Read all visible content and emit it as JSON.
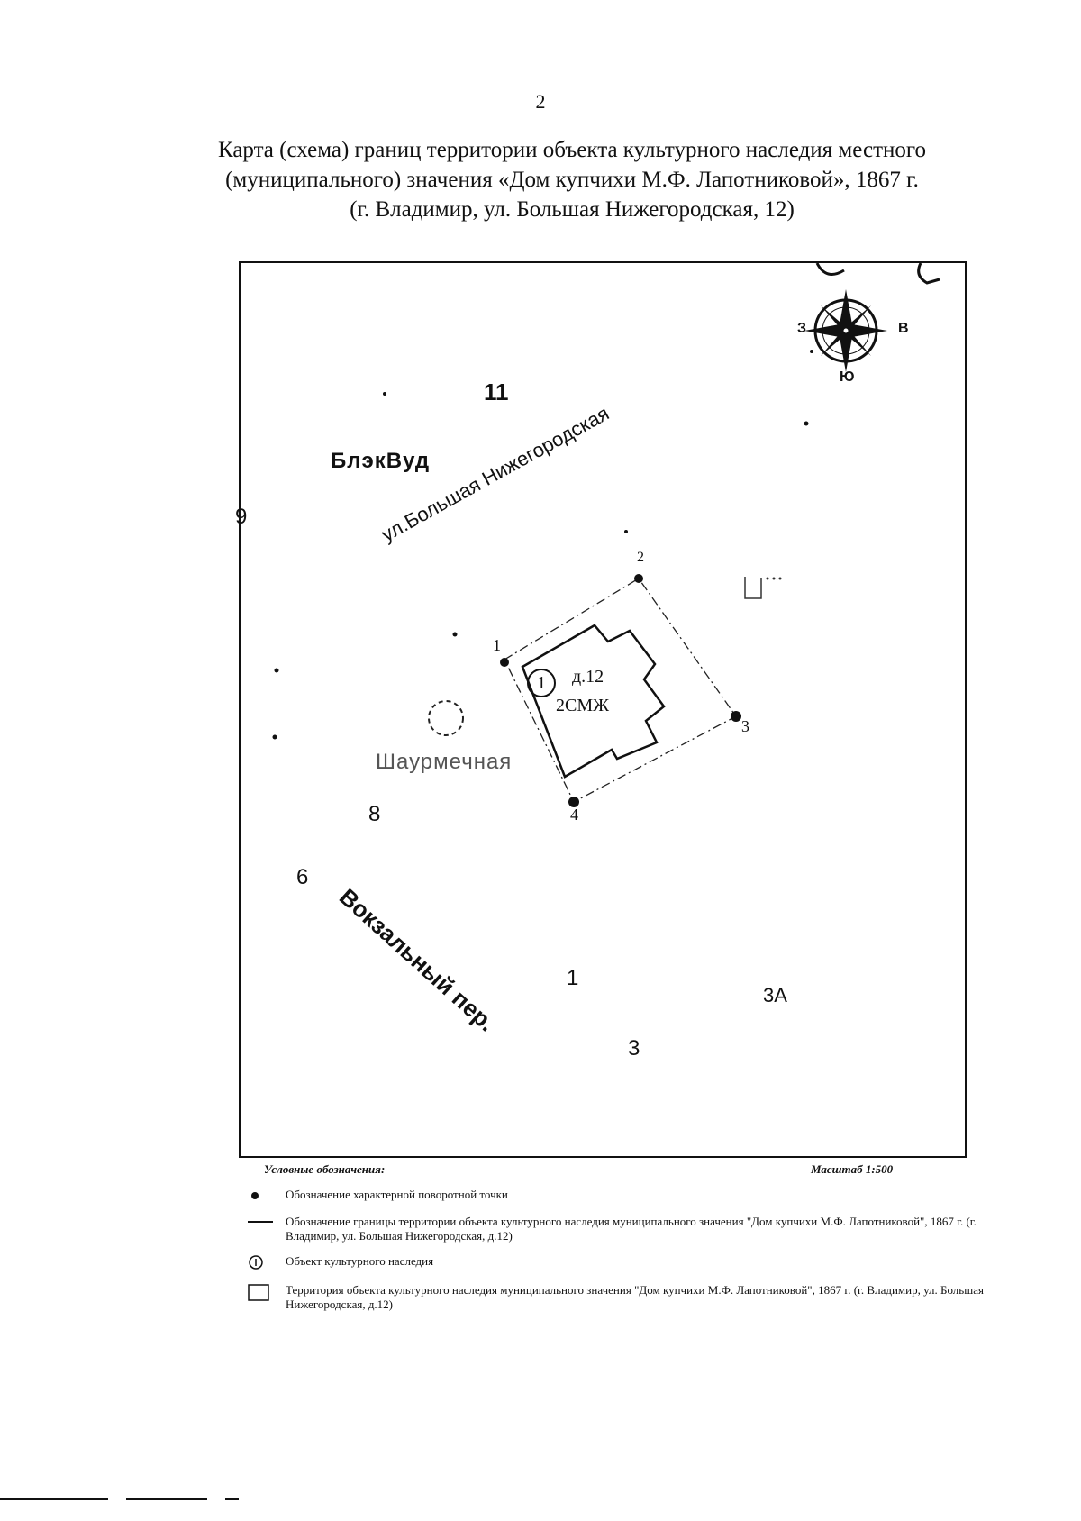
{
  "page_number": "2",
  "title": {
    "line1": "Карта (схема) границ территории объекта культурного наследия местного",
    "line2": "(муниципального) значения «Дом купчихи М.Ф. Лапотниковой», 1867 г.",
    "line3": "(г. Владимир, ул. Большая Нижегородская, 12)"
  },
  "compass": {
    "west": "З",
    "east": "В",
    "south": "Ю"
  },
  "map": {
    "street_label": "ул.Большая Нижегородская",
    "business_label": "БлэкВуд",
    "lane_label": "Вокзальный пер.",
    "shaurma_label": "Шаурмечная",
    "house_number": "д.12",
    "building_type": "2СМЖ",
    "object_number": "1",
    "neighbors": [
      "11",
      "8",
      "6",
      "1",
      "3А",
      "3",
      "9"
    ],
    "corner_points": [
      "1",
      "2",
      "3",
      "4"
    ]
  },
  "legend": {
    "header": "Условные обозначения:",
    "scale": "Масштаб 1:500",
    "items": [
      {
        "icon": "dot-icon",
        "text": "Обозначение характерной поворотной точки"
      },
      {
        "icon": "line-icon",
        "text": "Обозначение границы территории объекта культурного наследия муниципального значения \"Дом купчихи М.Ф. Лапотниковой\", 1867 г. (г. Владимир, ул. Большая Нижегородская, д.12)"
      },
      {
        "icon": "circled-one-icon",
        "text": "Объект культурного наследия"
      },
      {
        "icon": "square-outline-icon",
        "text": "Территория объекта культурного наследия муниципального значения \"Дом купчихи М.Ф. Лапотниковой\", 1867 г. (г. Владимир, ул. Большая Нижегородская, д.12)"
      }
    ]
  }
}
